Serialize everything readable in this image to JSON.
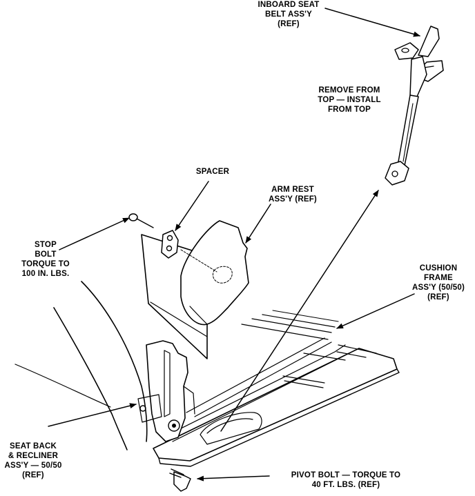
{
  "labels": {
    "inboard": [
      "INBOARD SEAT",
      "BELT ASS'Y",
      "(REF)"
    ],
    "remove": [
      "REMOVE FROM",
      "TOP — INSTALL",
      "FROM TOP"
    ],
    "spacer": [
      "SPACER"
    ],
    "armrest": [
      "ARM REST",
      "ASS'Y (REF)"
    ],
    "stopbolt": [
      "STOP",
      "BOLT",
      "TORQUE TO",
      "100 IN. LBS."
    ],
    "cushion": [
      "CUSHION",
      "FRAME",
      "ASS'Y (50/50)",
      "(REF)"
    ],
    "seatback": [
      "SEAT BACK",
      "& RECLINER",
      "ASS'Y — 50/50",
      "(REF)"
    ],
    "pivot": [
      "PIVOT BOLT — TORQUE TO",
      "40 FT. LBS. (REF)"
    ]
  }
}
